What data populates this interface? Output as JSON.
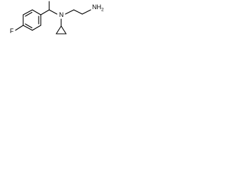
{
  "molecule": {
    "atoms": {
      "fluorine": "F",
      "amine_nitrogen": "N",
      "amine_terminal": "NH2"
    }
  }
}
